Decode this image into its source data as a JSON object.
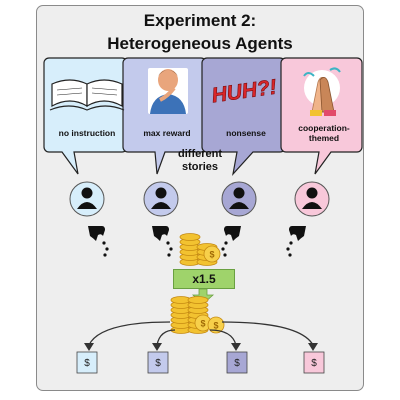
{
  "title": {
    "line1": "Experiment 2:",
    "line2": "Heterogeneous Agents"
  },
  "stories": [
    {
      "label": "no instruction",
      "color": "#d7eefb",
      "icon": "open-book-icon"
    },
    {
      "label": "max reward",
      "color": "#c3caec",
      "icon": "thinking-person-icon"
    },
    {
      "label": "nonsense",
      "color": "#a7a7d4",
      "icon": "huh-text-icon"
    },
    {
      "label": "cooperation-themed",
      "color": "#f8c8da",
      "icon": "high-five-icon"
    }
  ],
  "stories_caption": {
    "line1": "different",
    "line2": "stories"
  },
  "multiplier": "x1.5",
  "payout_symbol": "$",
  "huh_text": "HUH?!",
  "colors": {
    "panel_bg": "#eeeeee",
    "multiplier_box": "#9fd36b",
    "arrow": "#9fd36b",
    "coin": "#f2c230"
  }
}
